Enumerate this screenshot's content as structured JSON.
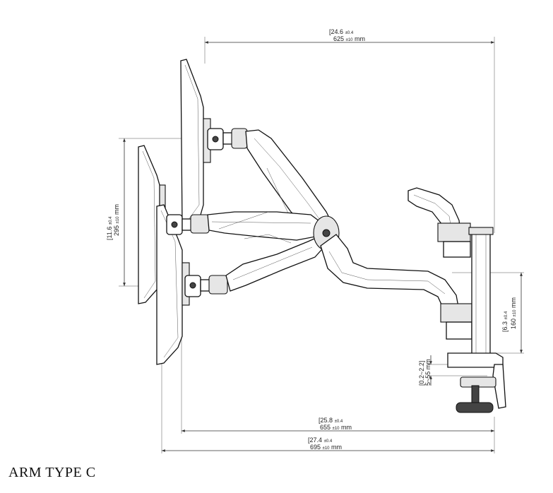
{
  "caption": "ARM TYPE C",
  "dimensions": {
    "top": {
      "inch": "24.6",
      "inch_tol": "±0.4",
      "mm": "625",
      "mm_tol": "±10",
      "unit": "mm"
    },
    "left_vertical": {
      "inch": "11.6",
      "inch_tol": "±0.4",
      "mm": "295",
      "mm_tol": "±10",
      "unit": "mm"
    },
    "right_vertical": {
      "inch": "6.3",
      "inch_tol": "±0.4",
      "mm": "160",
      "mm_tol": "±10",
      "unit": "mm"
    },
    "clamp": {
      "inch_range": "0.2~2.2",
      "mm_range": "5~55",
      "unit": "mm"
    },
    "bottom_upper": {
      "inch": "25.8",
      "inch_tol": "±0.4",
      "mm": "655",
      "mm_tol": "±10",
      "unit": "mm"
    },
    "bottom_lower": {
      "inch": "27.4",
      "inch_tol": "±0.4",
      "mm": "695",
      "mm_tol": "±10",
      "unit": "mm"
    }
  }
}
